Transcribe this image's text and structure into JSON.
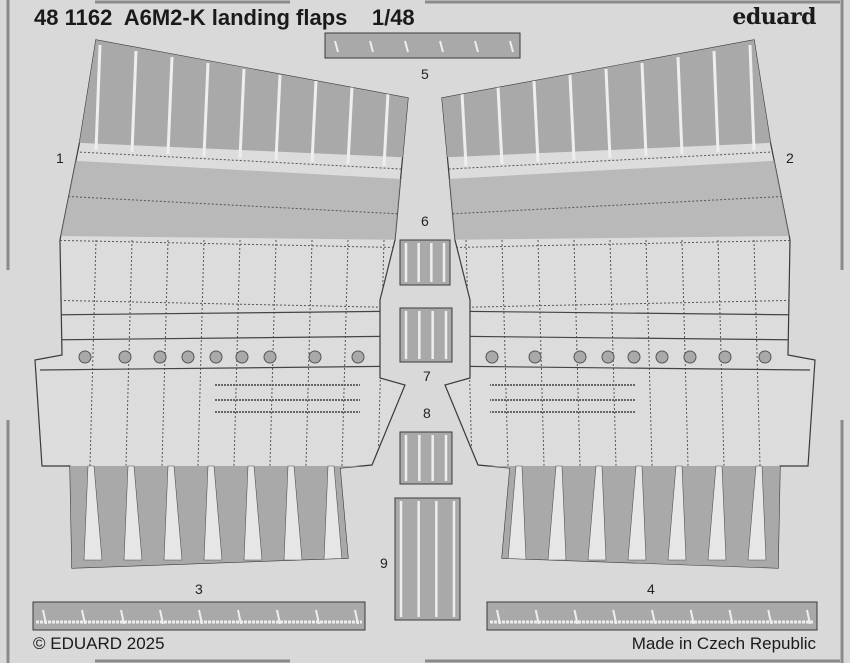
{
  "header": {
    "title": "48 1162  A6M2-K landing flaps    1/48",
    "logo": "eduard"
  },
  "footer": {
    "copyright": "© EDUARD 2025",
    "origin": "Made in Czech Republic"
  },
  "part_labels": [
    "1",
    "2",
    "3",
    "4",
    "5",
    "6",
    "7",
    "8",
    "9"
  ],
  "colors": {
    "background": "#d9d9d9",
    "part_dark": "#a9a9a9",
    "part_light": "#dcdcdc",
    "outline": "#3a3a3a"
  }
}
